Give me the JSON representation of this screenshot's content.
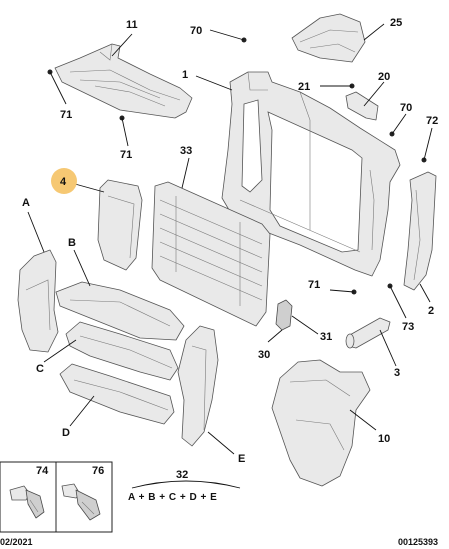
{
  "callouts": {
    "c1": "1",
    "c2": "2",
    "c3": "3",
    "c4": "4",
    "c10": "10",
    "c11": "11",
    "c20": "20",
    "c21": "21",
    "c25": "25",
    "c30": "30",
    "c31": "31",
    "c32": "32",
    "c33": "33",
    "c70a": "70",
    "c70b": "70",
    "c71a": "71",
    "c71b": "71",
    "c71c": "71",
    "c72": "72",
    "c73": "73",
    "c74": "74",
    "c76": "76",
    "cA": "A",
    "cB": "B",
    "cC": "C",
    "cD": "D",
    "cE": "E"
  },
  "formula": "A + B + C + D + E",
  "footer": {
    "date": "02/2021",
    "ref": "00125393"
  },
  "colors": {
    "highlight": "#f6c873",
    "line": "#111111",
    "part_fill": "#e9e9e9"
  }
}
